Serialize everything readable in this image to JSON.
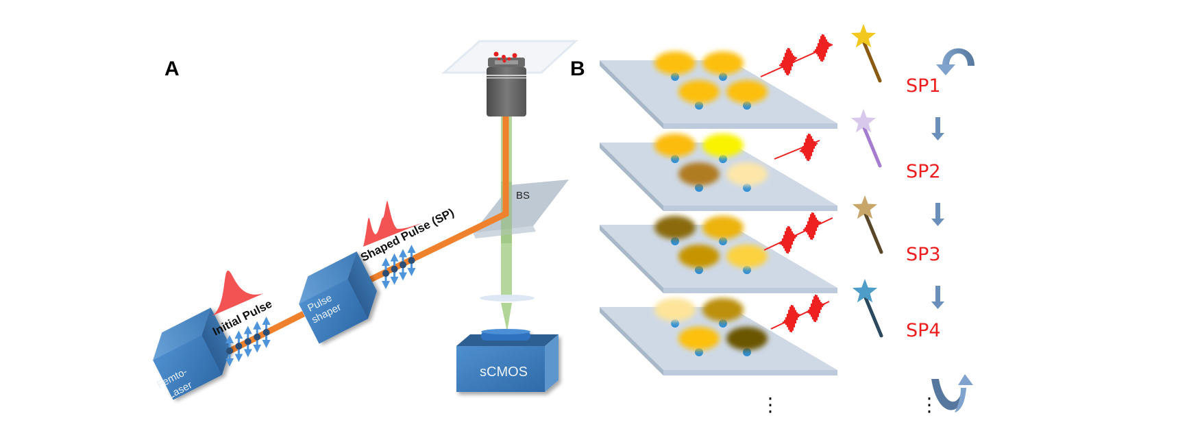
{
  "figure": {
    "panels": {
      "a": {
        "label": "A",
        "components": {
          "laser": [
            "Femto-",
            "Laser"
          ],
          "pulse_shaper": [
            "Pulse",
            "shaper"
          ],
          "beam_splitter": "BS",
          "camera": "sCMOS"
        },
        "pulses": {
          "initial": "Initial Pulse",
          "shaped": "Shaped Pulse (SP)"
        }
      },
      "b": {
        "label": "B",
        "steps": [
          {
            "label": "SP1",
            "wand_color": "#f2c81e",
            "spot_colors": [
              "#fcbf0a",
              "#fcbf0a",
              "#fcbf0a",
              "#fcbf0a"
            ]
          },
          {
            "label": "SP2",
            "wand_color": "#d8c8ec",
            "spot_colors": [
              "#fcbc08",
              "#f9f300",
              "#b07c20",
              "#fde6a8"
            ]
          },
          {
            "label": "SP3",
            "wand_color": "#c8a66a",
            "spot_colors": [
              "#8a6a0a",
              "#ecb410",
              "#c69400",
              "#fcd240"
            ]
          },
          {
            "label": "SP4",
            "wand_color": "#4e9cc8",
            "spot_colors": [
              "#fde49a",
              "#bc9008",
              "#fcc008",
              "#6a5400"
            ]
          }
        ],
        "continuation": "⋮"
      }
    },
    "colors": {
      "beam": "#f0812c",
      "fluorescence": "#a8d08c",
      "box": "#3f7fbf",
      "pulse": "#f45353",
      "sp_text": "#ee1c1c",
      "arrow": "#6a8fba",
      "stage": "#cfd9e6"
    }
  }
}
